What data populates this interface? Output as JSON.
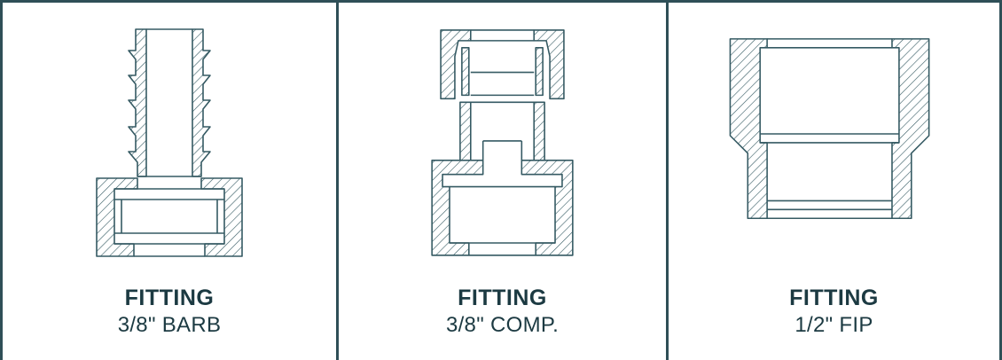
{
  "colors": {
    "border": "#2f4f57",
    "line": "#355a63",
    "text": "#1c3a42"
  },
  "panels": [
    {
      "title": "FITTING",
      "subtitle": "3/8\" BARB",
      "icon": "barb-fitting-section"
    },
    {
      "title": "FITTING",
      "subtitle": "3/8\" COMP.",
      "icon": "compression-fitting-section"
    },
    {
      "title": "FITTING",
      "subtitle": "1/2\" FIP",
      "icon": "fip-fitting-section"
    }
  ]
}
